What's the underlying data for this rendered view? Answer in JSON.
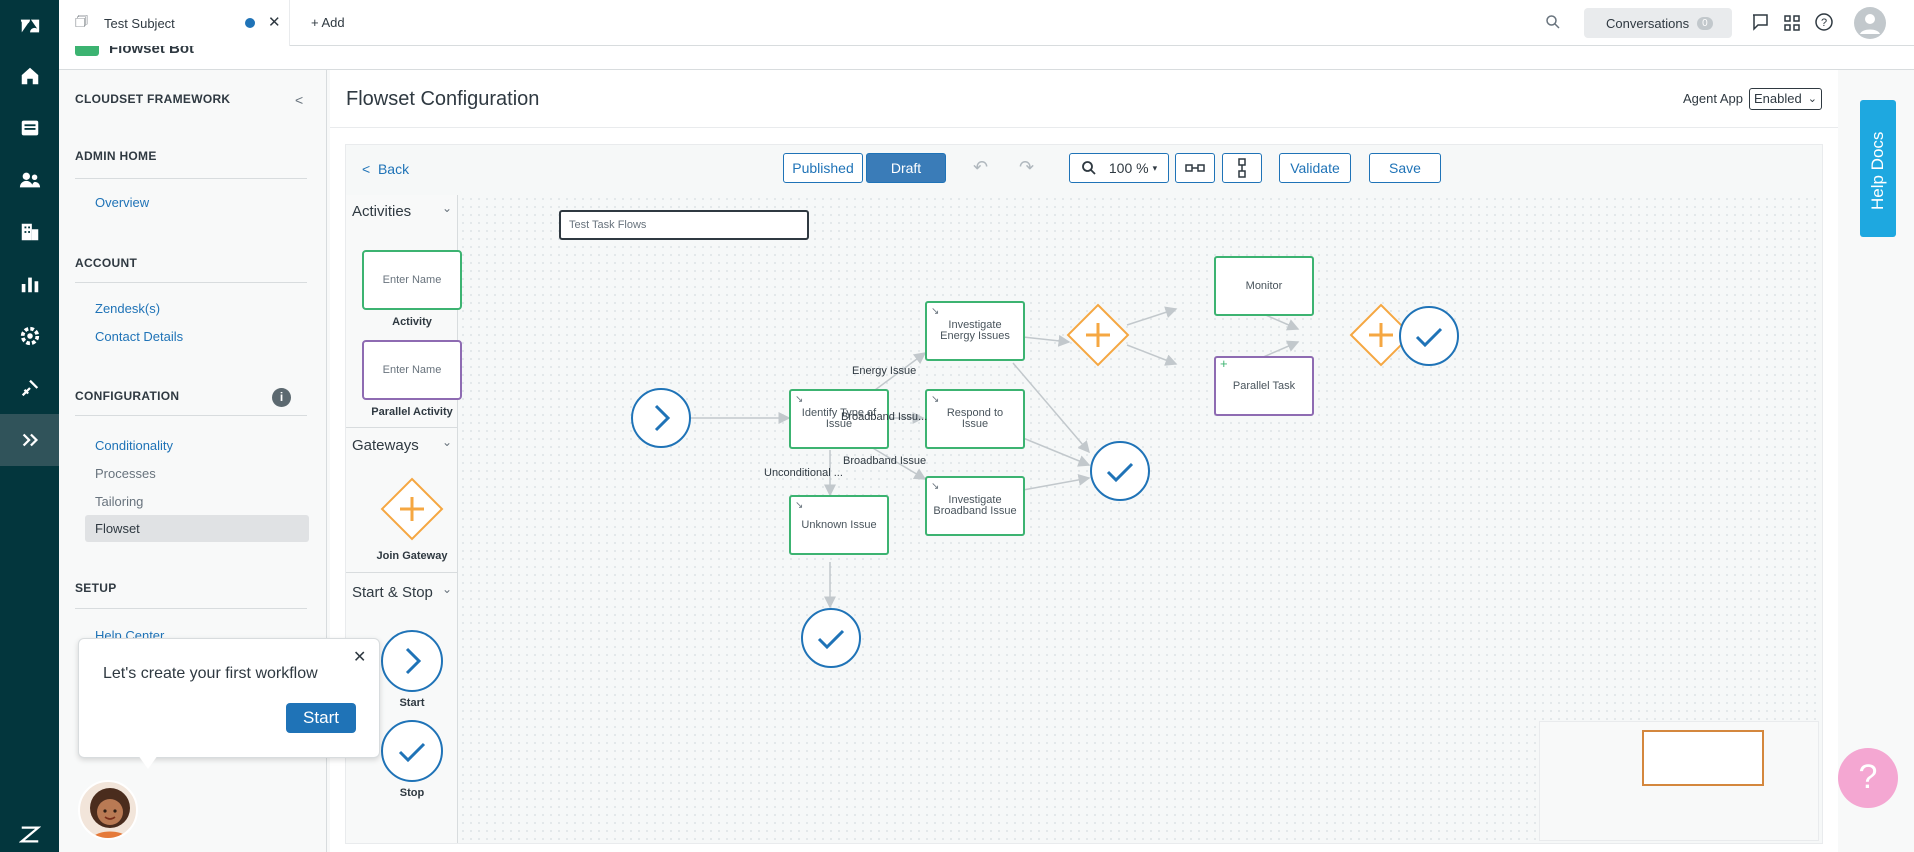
{
  "topbar": {
    "tab_title": "Test Subject",
    "add_label": "Add",
    "conversations_label": "Conversations",
    "conversations_count": "0"
  },
  "header": {
    "app_name": "Flowset Bot"
  },
  "nav": {
    "framework_title": "CLOUDSET FRAMEWORK",
    "admin_home": "ADMIN HOME",
    "overview": "Overview",
    "account": "ACCOUNT",
    "zendesks": "Zendesk(s)",
    "contact_details": "Contact Details",
    "configuration": "CONFIGURATION",
    "conditionality": "Conditionality",
    "processes": "Processes",
    "tailoring": "Tailoring",
    "flowset": "Flowset",
    "setup": "SETUP",
    "help_center": "Help Center"
  },
  "main": {
    "title": "Flowset Configuration",
    "agent_app_label": "Agent App",
    "agent_app_value": "Enabled"
  },
  "toolbar": {
    "back": "Back",
    "published": "Published",
    "draft": "Draft",
    "zoom": "100 %",
    "validate": "Validate",
    "save": "Save"
  },
  "palette": {
    "activities": "Activities",
    "enter_name": "Enter Name",
    "activity": "Activity",
    "parallel_activity": "Parallel Activity",
    "gateways": "Gateways",
    "join_gateway": "Join Gateway",
    "start_stop": "Start & Stop",
    "start": "Start",
    "stop": "Stop"
  },
  "canvas": {
    "flow_name": "Test Task Flows",
    "nodes": {
      "identify": "Identify Type of Issue",
      "investigate_energy": "Investigate Energy Issues",
      "respond": "Respond to Issue",
      "investigate_broadband": "Investigate Broadband Issue",
      "unknown": "Unknown Issue",
      "monitor": "Monitor",
      "parallel_task": "Parallel Task"
    },
    "edges": {
      "energy": "Energy Issue",
      "broadband_trunc": "Broadband Issu...",
      "broadband": "Broadband Issue",
      "unconditional": "Unconditional ..."
    }
  },
  "helpdocs": "Help Docs",
  "popup": {
    "message": "Let's create your first workflow",
    "start": "Start"
  },
  "colors": {
    "rail": "#03363d",
    "activity_green": "#3cb371",
    "parallel_purple": "#8e6bb2",
    "gateway_orange": "#f5a742",
    "start_stop_blue": "#1f73b7",
    "primary_blue": "#1f73b7"
  }
}
